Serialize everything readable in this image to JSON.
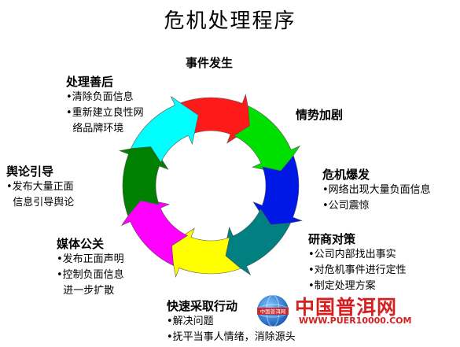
{
  "title": "危机处理程序",
  "colors": [
    "#ff1a1a",
    "#00e000",
    "#0018e6",
    "#008080",
    "#ffff00",
    "#ff00ff",
    "#008000",
    "#00ffff"
  ],
  "stages": [
    {
      "heading": "事件发生",
      "items": []
    },
    {
      "heading": "情势加剧",
      "items": []
    },
    {
      "heading": "危机爆发",
      "items": [
        "•网络出现大量负面信息",
        "•公司震惊"
      ]
    },
    {
      "heading": "研商对策",
      "items": [
        "•公司内部找出事实",
        "•对危机事件进行定性",
        "•制定处理方案"
      ]
    },
    {
      "heading": "快速采取行动",
      "items": [
        "•解决问题",
        "•抚平当事人情绪，消除源头"
      ]
    },
    {
      "heading": "媒体公关",
      "items": [
        "•发布正面声明",
        "•控制负面信息",
        "  进一步扩散"
      ]
    },
    {
      "heading": "舆论引导",
      "items": [
        "•发布大量正面",
        "  信息引导舆论"
      ]
    },
    {
      "heading": "处理善后",
      "items": [
        "•清除负面信息",
        "•重新建立良性网",
        "  络品牌环境"
      ]
    }
  ],
  "watermark": {
    "name": "中国普洱网",
    "url": "WWW.PUER10000.COM",
    "globe_text": "中国普洱网"
  }
}
